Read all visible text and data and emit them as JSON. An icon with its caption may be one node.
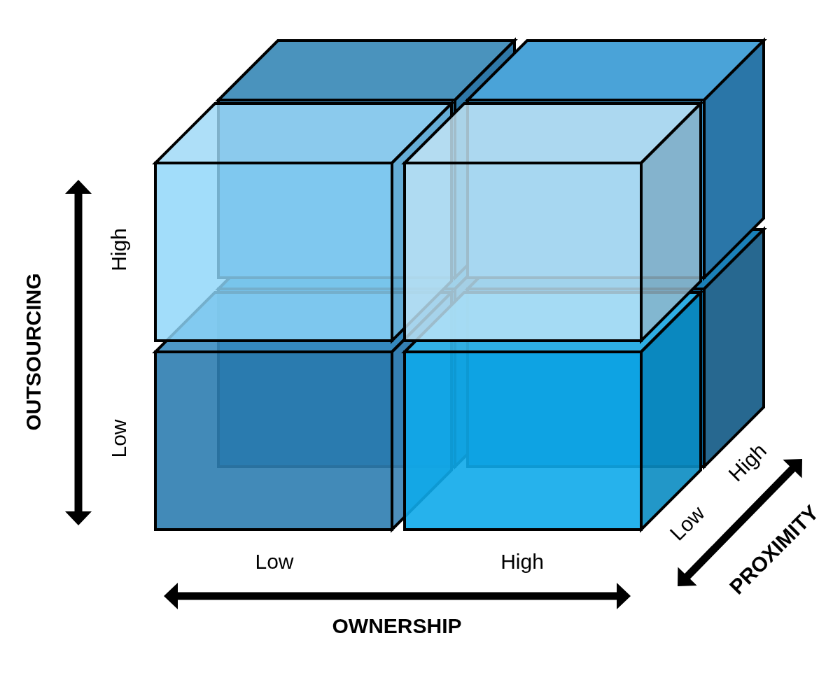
{
  "diagram": {
    "labels": [
      "OUTSOURCING",
      "High",
      "Low",
      "Low",
      "High",
      "OWNERSHIP",
      "Low",
      "High",
      "PROXIMITY"
    ]
  }
}
